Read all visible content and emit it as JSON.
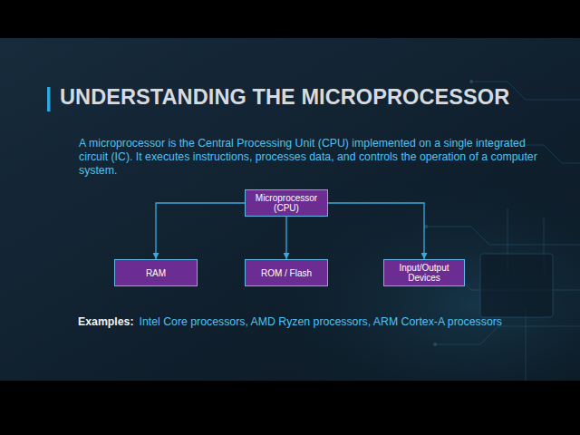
{
  "diagram": {
    "title": "UNDERSTANDING THE MICROPROCESSOR",
    "nodes": [
      {
        "text": [
          "Microprocessor (CPU)"
        ]
      },
      {
        "text": [
          "RAM"
        ]
      },
      {
        "text": [
          "ROM / Flash"
        ]
      },
      {
        "text": [
          "Input/Output Devices"
        ]
      }
    ],
    "edges": [
      {
        "from": 0,
        "to": 1,
        "arrow": "to"
      },
      {
        "from": 0,
        "to": 2,
        "arrow": "to"
      },
      {
        "from": 0,
        "to": 3,
        "arrow": "to"
      }
    ],
    "labels": [
      "A microprocessor is the Central Processing Unit (CPU) implemented on a single integrated circuit (IC). It executes instructions, processes data, and controls the operation of a computer system.",
      "Examples:",
      "Intel Core processors, AMD Ryzen processors, ARM Cortex-A processors"
    ]
  }
}
